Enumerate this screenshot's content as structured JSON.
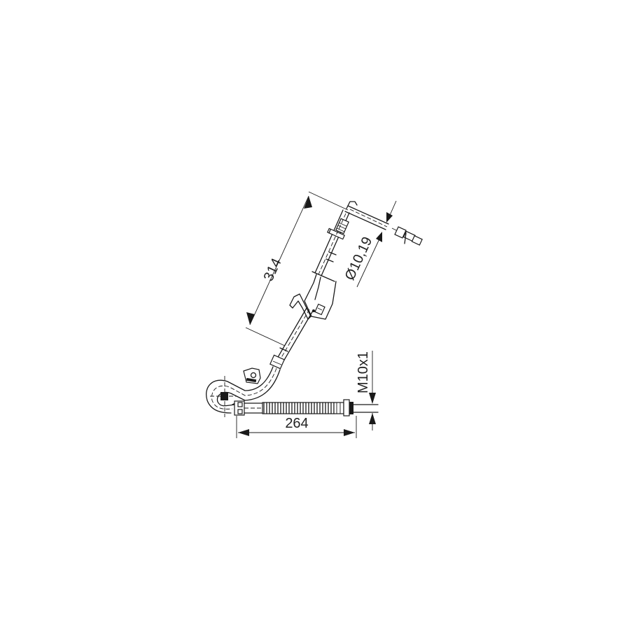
{
  "drawing": {
    "subject": "brake hose technical drawing",
    "background": "#ffffff",
    "line_color": "#1a1a1a",
    "dimensions": {
      "length_diagonal": "314",
      "length_horizontal": "264",
      "diameter": "Ø10,19",
      "thread": "M10x1"
    }
  }
}
